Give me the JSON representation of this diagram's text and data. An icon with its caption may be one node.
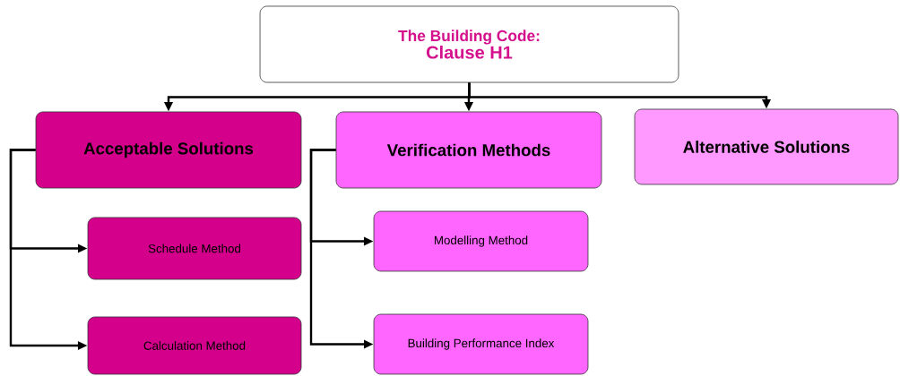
{
  "diagram": {
    "nodes": [
      {
        "text": [
          "The Building Code:",
          "Clause H1"
        ]
      },
      {
        "text": [
          "Acceptable Solutions"
        ]
      },
      {
        "text": [
          "Verification Methods"
        ]
      },
      {
        "text": [
          "Alternative Solutions"
        ]
      },
      {
        "text": [
          "Schedule Method"
        ]
      },
      {
        "text": [
          "Calculation Method"
        ]
      },
      {
        "text": [
          "Modelling Method"
        ]
      },
      {
        "text": [
          "Building Performance Index"
        ]
      }
    ],
    "edges": [
      {
        "from": 0,
        "to": 1,
        "arrow": "to"
      },
      {
        "from": 0,
        "to": 2,
        "arrow": "to"
      },
      {
        "from": 0,
        "to": 3,
        "arrow": "to"
      },
      {
        "from": 1,
        "to": 4,
        "arrow": "to"
      },
      {
        "from": 1,
        "to": 5,
        "arrow": "to"
      },
      {
        "from": 2,
        "to": 6,
        "arrow": "to"
      },
      {
        "from": 2,
        "to": 7,
        "arrow": "to"
      }
    ]
  }
}
